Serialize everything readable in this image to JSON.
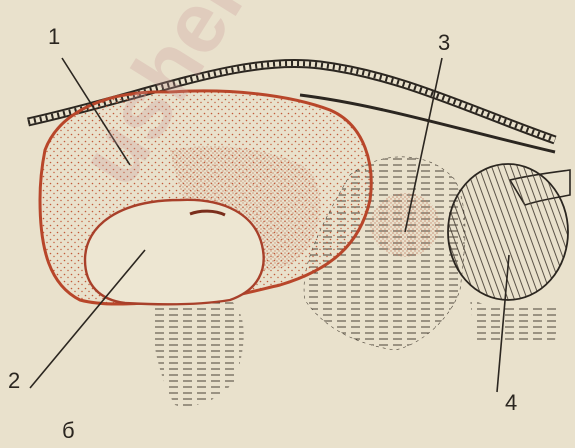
{
  "labels": {
    "l1": "1",
    "l2": "2",
    "l3": "3",
    "l4": "4",
    "panel": "б"
  },
  "watermark": "usherlib",
  "colors": {
    "background": "#e9e1cc",
    "organ_outline": "#b8462a",
    "organ_stipple": "#c25a3a",
    "ink": "#2b2620"
  }
}
